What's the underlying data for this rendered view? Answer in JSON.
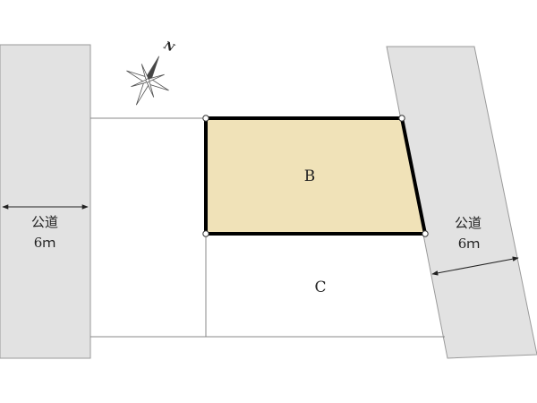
{
  "north_label": "N",
  "road_left": {
    "name": "公道",
    "width": "6ｍ"
  },
  "road_right": {
    "name": "公道",
    "width": "6ｍ"
  },
  "lots": {
    "subject": "B",
    "adjacent": "C"
  },
  "colors": {
    "road": "#e2e2e2",
    "road_edge": "#9a9a9a",
    "subject_fill": "#f0e2b8",
    "boundary": "#000000",
    "line": "#888888"
  }
}
